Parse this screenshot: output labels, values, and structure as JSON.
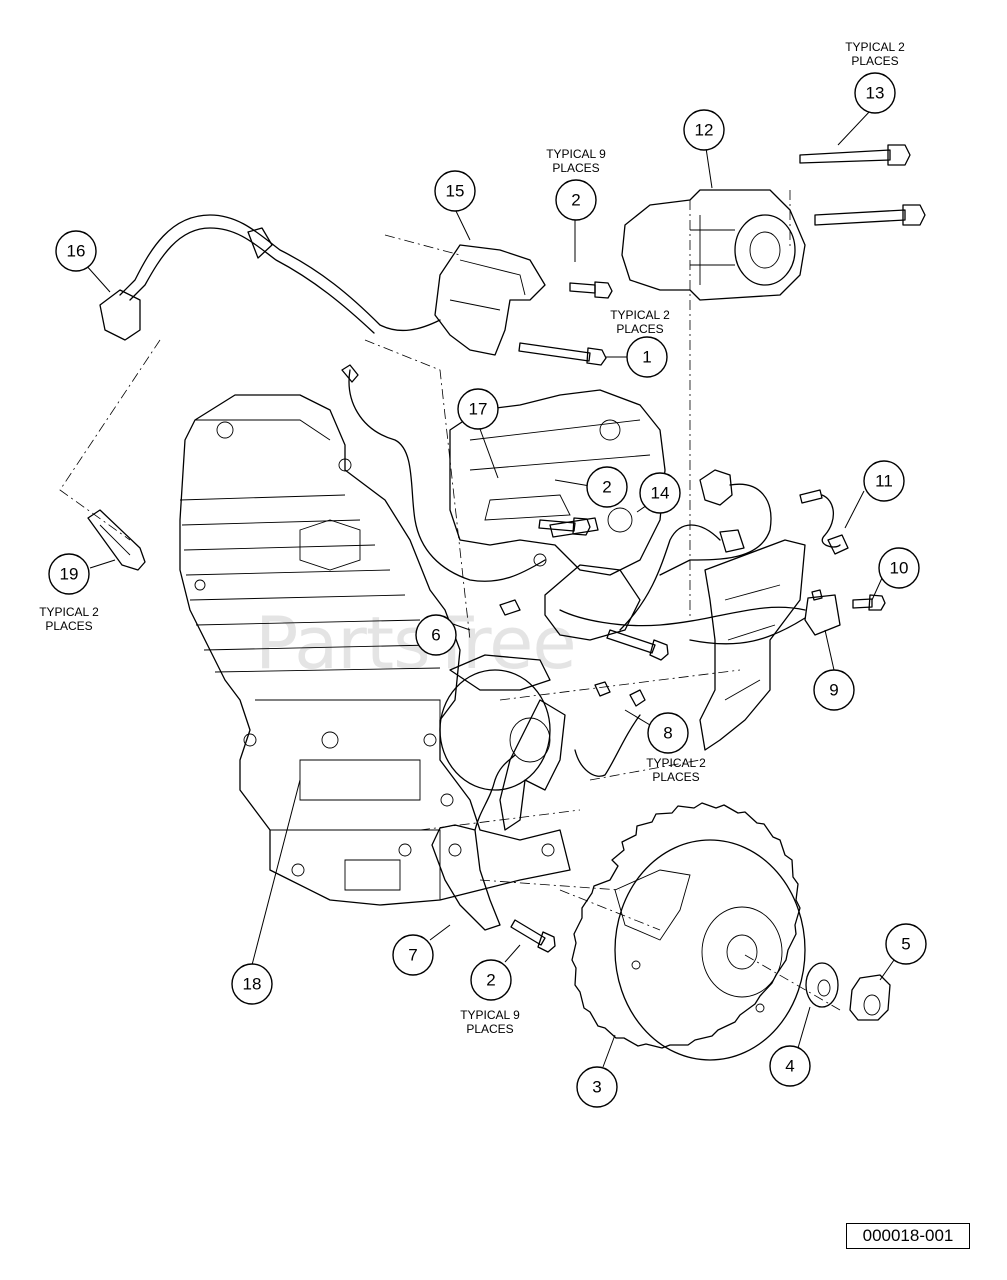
{
  "diagram": {
    "watermark": "PartsTree",
    "drawing_number": "000018-001",
    "callouts": [
      "1",
      "2",
      "2",
      "2",
      "3",
      "4",
      "5",
      "6",
      "7",
      "8",
      "9",
      "10",
      "11",
      "12",
      "13",
      "14",
      "15",
      "16",
      "17",
      "18",
      "19"
    ],
    "notes": {
      "typical_2_places_13": "TYPICAL 2\nPLACES",
      "typical_9_places_top": "TYPICAL 9\nPLACES",
      "typical_2_places_1": "TYPICAL 2\nPLACES",
      "typical_2_places_19": "TYPICAL 2\nPLACES",
      "typical_2_places_8": "TYPICAL 2\nPLACES",
      "typical_9_places_bottom": "TYPICAL 9\nPLACES"
    }
  }
}
